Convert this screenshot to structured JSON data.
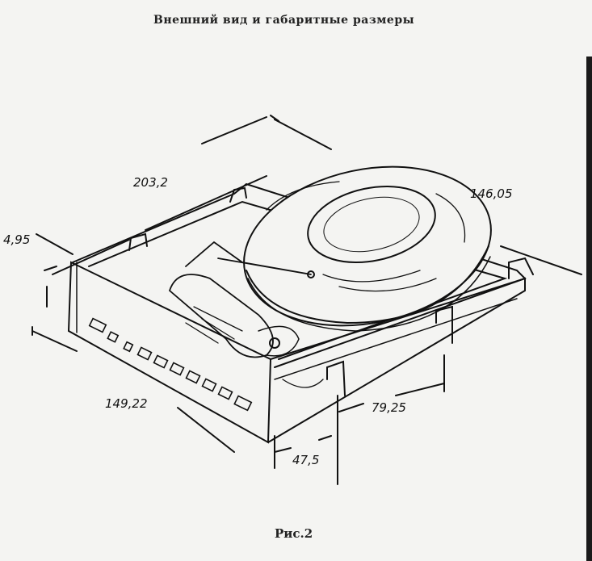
{
  "page": {
    "title": "Внешний вид и габаритные размеры",
    "caption": "Рис.2"
  },
  "figure": {
    "dimensions": {
      "depth": "203,2",
      "width_top": "146,05",
      "height_offset": "4,95",
      "front_width": "149,22",
      "mount_spacing": "79,25",
      "mount_offset": "47,5"
    }
  }
}
